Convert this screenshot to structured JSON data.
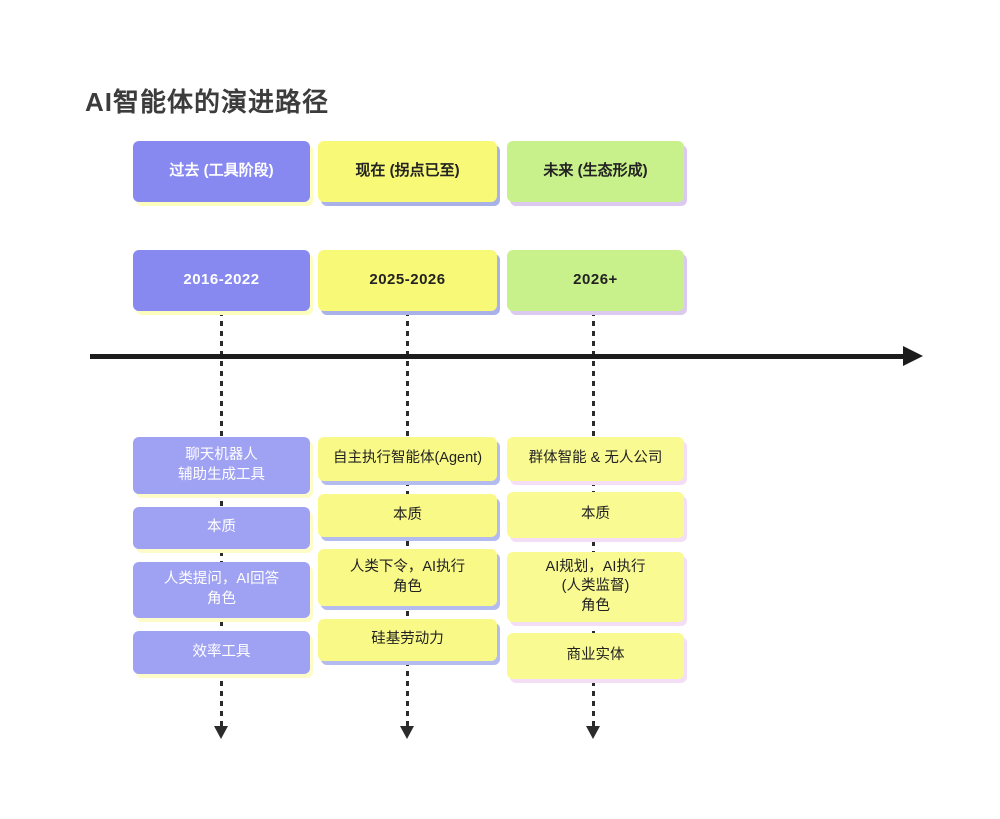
{
  "title": "AI智能体的演进路径",
  "colors": {
    "past_accent": "#8789f0",
    "present_accent": "#f9f978",
    "future_accent": "#c9f18b",
    "axis": "#1c1c1c"
  },
  "columns": [
    {
      "id": "past",
      "header": "过去 (工具阶段)",
      "period": "2016-2022",
      "boxes": [
        "聊天机器人\n辅助生成工具",
        "本质",
        "人类提问，AI回答\n角色",
        "效率工具"
      ]
    },
    {
      "id": "present",
      "header": "现在 (拐点已至)",
      "period": "2025-2026",
      "boxes": [
        "自主执行智能体(Agent)",
        "本质",
        "人类下令，AI执行\n角色",
        "硅基劳动力"
      ]
    },
    {
      "id": "future",
      "header": "未来 (生态形成)",
      "period": "2026+",
      "boxes": [
        "群体智能 & 无人公司",
        "本质",
        "AI规划，AI执行\n(人类监督)\n角色",
        "商业实体"
      ]
    }
  ]
}
